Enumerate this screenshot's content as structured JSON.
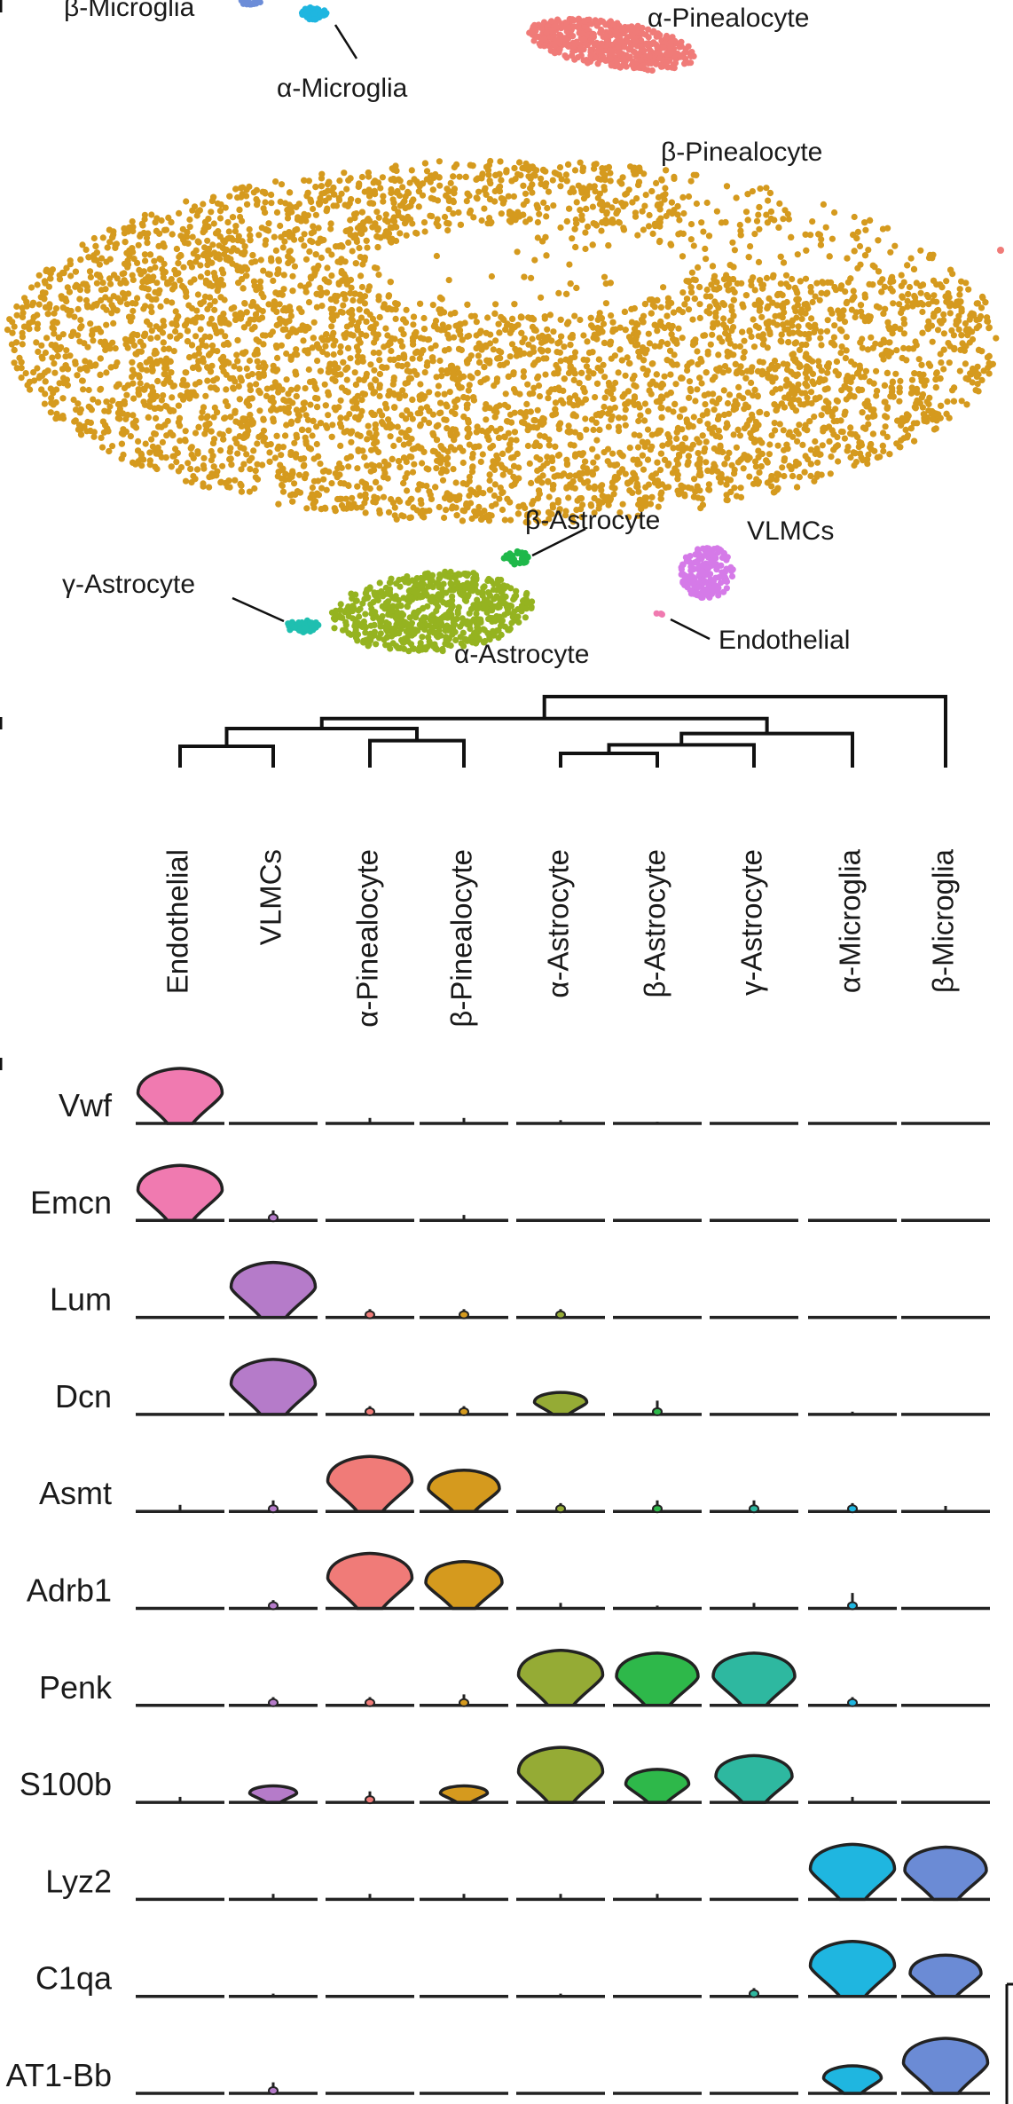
{
  "chart_data": {
    "type": "composite",
    "panels": [
      {
        "type": "scatter",
        "plot": "t-SNE",
        "clusters": [
          {
            "name": "β-Microglia",
            "color": "#6c8dd8"
          },
          {
            "name": "α-Microglia",
            "color": "#1fb6e0"
          },
          {
            "name": "α-Pinealocyte",
            "color": "#f07b78"
          },
          {
            "name": "β-Pinealocyte",
            "color": "#d59a1e"
          },
          {
            "name": "β-Astrocyte",
            "color": "#1fb84a"
          },
          {
            "name": "VLMCs",
            "color": "#d57ae8"
          },
          {
            "name": "γ-Astrocyte",
            "color": "#1fbfb0"
          },
          {
            "name": "α-Astrocyte",
            "color": "#95b320"
          },
          {
            "name": "Endothelial",
            "color": "#f07ab0"
          }
        ]
      },
      {
        "type": "dendrogram",
        "leaves": [
          "Endothelial",
          "VLMCs",
          "α-Pinealocyte",
          "β-Pinealocyte",
          "α-Astrocyte",
          "β-Astrocyte",
          "γ-Astrocyte",
          "α-Microglia",
          "β-Microglia"
        ],
        "merges": [
          {
            "a": 2,
            "b": 3,
            "height": 0.38
          },
          {
            "a": 4,
            "b": 5,
            "height": 0.2
          },
          {
            "a": 10,
            "b": 6,
            "height": 0.32
          },
          {
            "a": 0,
            "b": 1,
            "height": 0.3
          },
          {
            "a": 12,
            "b": 9,
            "height": 0.55
          },
          {
            "a": 11,
            "b": 7,
            "height": 0.48
          },
          {
            "a": 13,
            "b": 14,
            "height": 0.69
          },
          {
            "a": 15,
            "b": 8,
            "height": 1.0
          }
        ]
      },
      {
        "type": "violin",
        "clusters": [
          "Endothelial",
          "VLMCs",
          "α-Pinealocyte",
          "β-Pinealocyte",
          "α-Astrocyte",
          "β-Astrocyte",
          "γ-Astrocyte",
          "α-Microglia",
          "β-Microglia"
        ],
        "cluster_colors": [
          "#f07ab0",
          "#b57bc9",
          "#f07b78",
          "#d59a1e",
          "#95ab35",
          "#2eb84a",
          "#2eb8a0",
          "#1fb6e0",
          "#6b8bd5"
        ],
        "genes": [
          {
            "name": "Vwf",
            "max_expression": [
              1.0,
              0.02,
              0.1,
              0.1,
              0.06,
              0.03,
              0.0,
              0.0,
              0.0
            ]
          },
          {
            "name": "Emcn",
            "max_expression": [
              1.0,
              0.18,
              0.0,
              0.1,
              0.0,
              0.0,
              0.0,
              0.0,
              0.0
            ]
          },
          {
            "name": "Lum",
            "max_expression": [
              0.0,
              1.0,
              0.15,
              0.15,
              0.15,
              0.0,
              0.0,
              0.0,
              0.0
            ]
          },
          {
            "name": "Dcn",
            "max_expression": [
              0.0,
              1.0,
              0.15,
              0.15,
              0.4,
              0.25,
              0.0,
              0.05,
              0.0
            ]
          },
          {
            "name": "Asmt",
            "max_expression": [
              0.12,
              0.2,
              1.0,
              0.75,
              0.15,
              0.2,
              0.2,
              0.15,
              0.1
            ]
          },
          {
            "name": "Adrb1",
            "max_expression": [
              0.0,
              0.15,
              1.0,
              0.85,
              0.1,
              0.05,
              0.1,
              0.28,
              0.0
            ]
          },
          {
            "name": "Penk",
            "max_expression": [
              0.0,
              0.15,
              0.15,
              0.2,
              1.0,
              0.95,
              0.95,
              0.15,
              0.0
            ]
          },
          {
            "name": "S100b",
            "max_expression": [
              0.1,
              0.3,
              0.2,
              0.3,
              1.0,
              0.6,
              0.85,
              0.1,
              0.0
            ]
          },
          {
            "name": "Lyz2",
            "max_expression": [
              0.0,
              0.1,
              0.1,
              0.1,
              0.1,
              0.1,
              0.0,
              1.0,
              0.95
            ]
          },
          {
            "name": "C1qa",
            "max_expression": [
              0.0,
              0.05,
              0.0,
              0.0,
              0.05,
              0.0,
              0.15,
              1.0,
              0.75
            ]
          },
          {
            "name": "AT1-Bb",
            "max_expression": [
              0.0,
              0.2,
              0.0,
              0.0,
              0.0,
              0.0,
              0.0,
              0.5,
              1.0
            ]
          }
        ]
      }
    ]
  }
}
